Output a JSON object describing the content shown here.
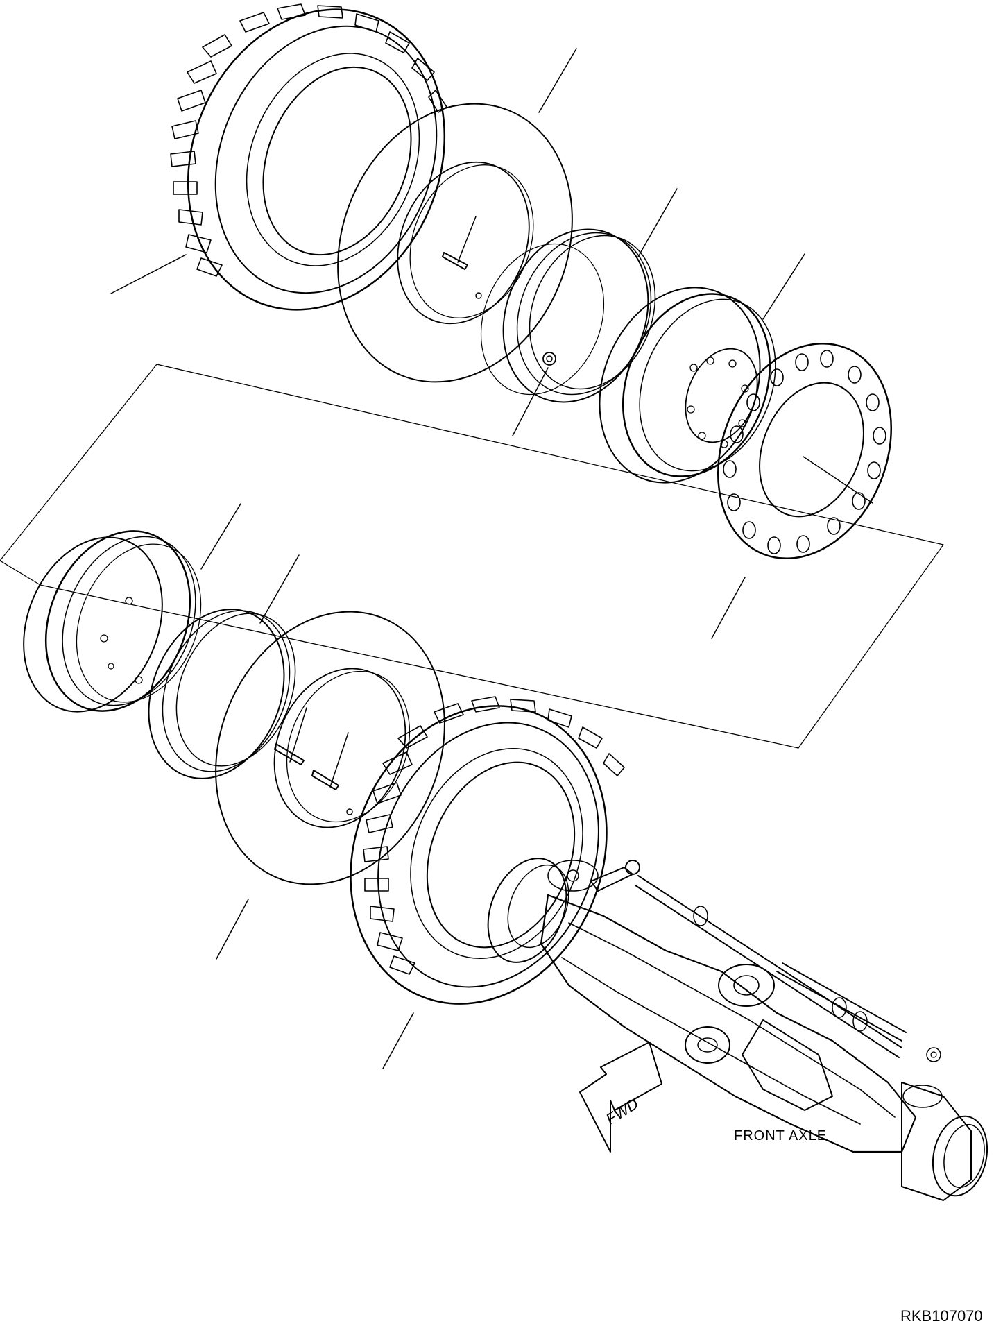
{
  "labels": {
    "fwd": "FWD",
    "front_axle": "FRONT AXLE",
    "drawing_code": "RKB107070"
  }
}
